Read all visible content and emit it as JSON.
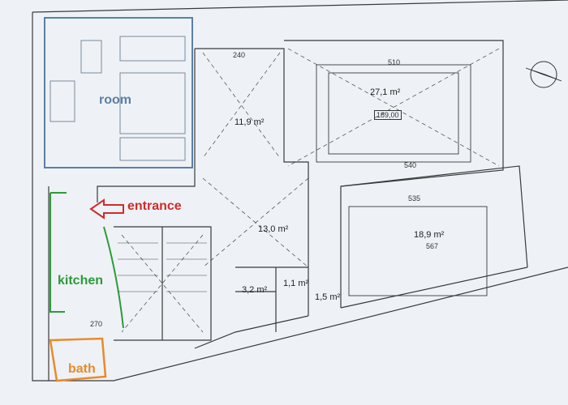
{
  "labels": {
    "room": "room",
    "entrance": "entrance",
    "kitchen": "kitchen",
    "bath": "bath"
  },
  "areas": {
    "a1": "11,9 m²",
    "a2": "27,1 m²",
    "a3": "13,0 m²",
    "a4": "18,9 m²",
    "a5": "3,2 m²",
    "a6": "1,1 m²",
    "a7": "1,5 m²"
  },
  "dimensions": {
    "d1": "240",
    "d2": "510",
    "d3": "540",
    "d4": "535",
    "d5": "567",
    "d6": "270",
    "d7": "189,00"
  },
  "colors": {
    "room": "#5a7fa8",
    "entrance": "#d12b2b",
    "kitchen": "#2c9a3a",
    "bath": "#e98a2a",
    "lines": "#3a3a3a",
    "paper": "#eef2f6"
  },
  "icons": {
    "compass": "north-arrow-compass",
    "entrance_arrow": "left-arrow"
  }
}
